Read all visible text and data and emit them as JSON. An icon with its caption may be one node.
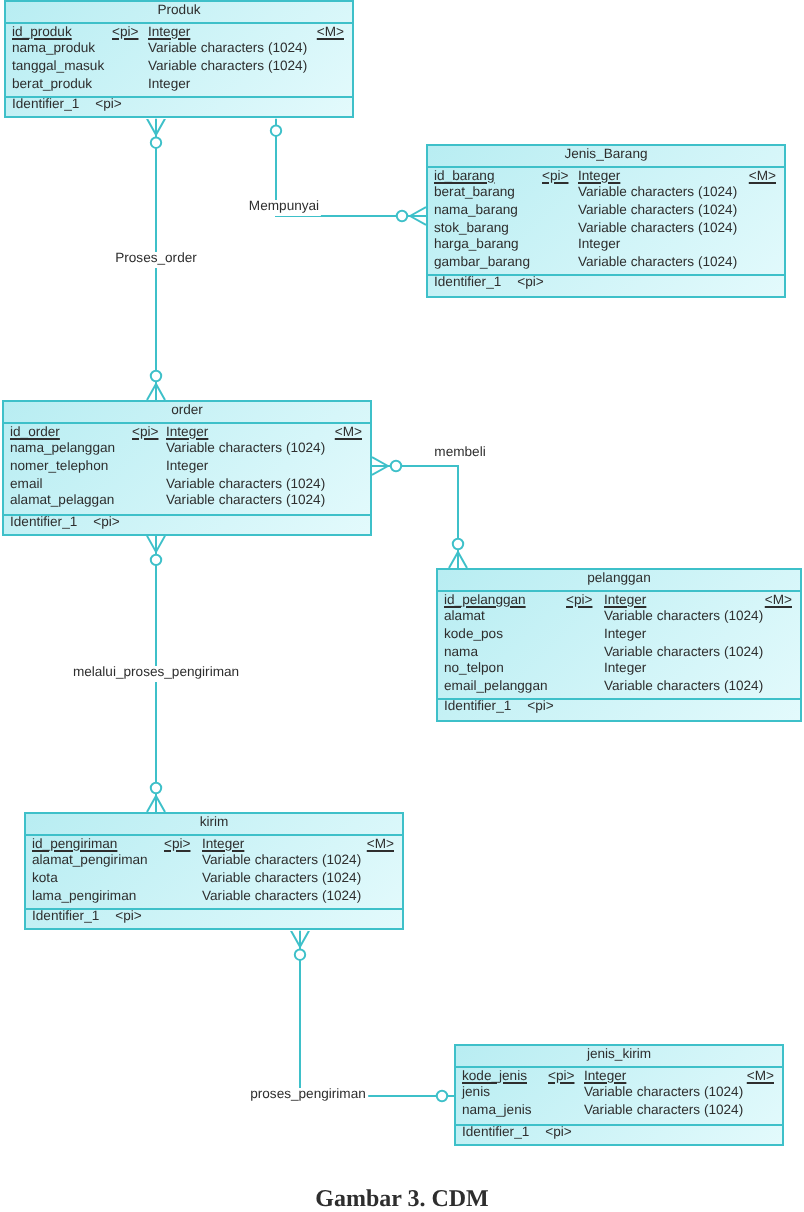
{
  "diagram": {
    "caption": "Gambar 3. CDM",
    "nodes": [
      {
        "text": [
          "Produk",
          "id_produk",
          "<pi>",
          "Integer",
          "<M>",
          "nama_produk",
          "Variable characters (1024)",
          "tanggal_masuk",
          "Variable characters (1024)",
          "berat_produk",
          "Integer",
          "Identifier_1",
          "<pi>"
        ]
      },
      {
        "text": [
          "Jenis_Barang",
          "id_barang",
          "<pi>",
          "Integer",
          "<M>",
          "berat_barang",
          "Variable characters (1024)",
          "nama_barang",
          "Variable characters (1024)",
          "stok_barang",
          "Variable characters (1024)",
          "harga_barang",
          "Integer",
          "gambar_barang",
          "Variable characters (1024)",
          "Identifier_1",
          "<pi>"
        ]
      },
      {
        "text": [
          "order",
          "id_order",
          "<pi>",
          "Integer",
          "<M>",
          "nama_pelanggan",
          "Variable characters (1024)",
          "nomer_telephon",
          "Integer",
          "email",
          "Variable characters (1024)",
          "alamat_pelaggan",
          "Variable characters (1024)",
          "Identifier_1",
          "<pi>"
        ]
      },
      {
        "text": [
          "pelanggan",
          "id_pelanggan",
          "<pi>",
          "Integer",
          "<M>",
          "alamat",
          "Variable characters (1024)",
          "kode_pos",
          "Integer",
          "nama",
          "Variable characters (1024)",
          "no_telpon",
          "Integer",
          "email_pelanggan",
          "Variable characters (1024)",
          "Identifier_1",
          "<pi>"
        ]
      },
      {
        "text": [
          "kirim",
          "id_pengiriman",
          "<pi>",
          "Integer",
          "<M>",
          "alamat_pengiriman",
          "Variable characters (1024)",
          "kota",
          "Variable characters (1024)",
          "lama_pengiriman",
          "Variable characters (1024)",
          "Identifier_1",
          "<pi>"
        ]
      },
      {
        "text": [
          "jenis_kirim",
          "kode_jenis",
          "<pi>",
          "Integer",
          "<M>",
          "jenis",
          "Variable characters (1024)",
          "nama_jenis",
          "Variable characters (1024)",
          "Identifier_1",
          "<pi>"
        ]
      }
    ],
    "edges": [
      {
        "from": 0,
        "to": 1,
        "arrow": "other",
        "label": "Mempunyai"
      },
      {
        "from": 0,
        "to": 2,
        "arrow": "other",
        "label": "Proses_order"
      },
      {
        "from": 2,
        "to": 3,
        "arrow": "other",
        "label": "membeli"
      },
      {
        "from": 2,
        "to": 4,
        "arrow": "other",
        "label": "melalui_proses_pengiriman"
      },
      {
        "from": 4,
        "to": 5,
        "arrow": "other",
        "label": "proses_pengiriman"
      }
    ]
  }
}
